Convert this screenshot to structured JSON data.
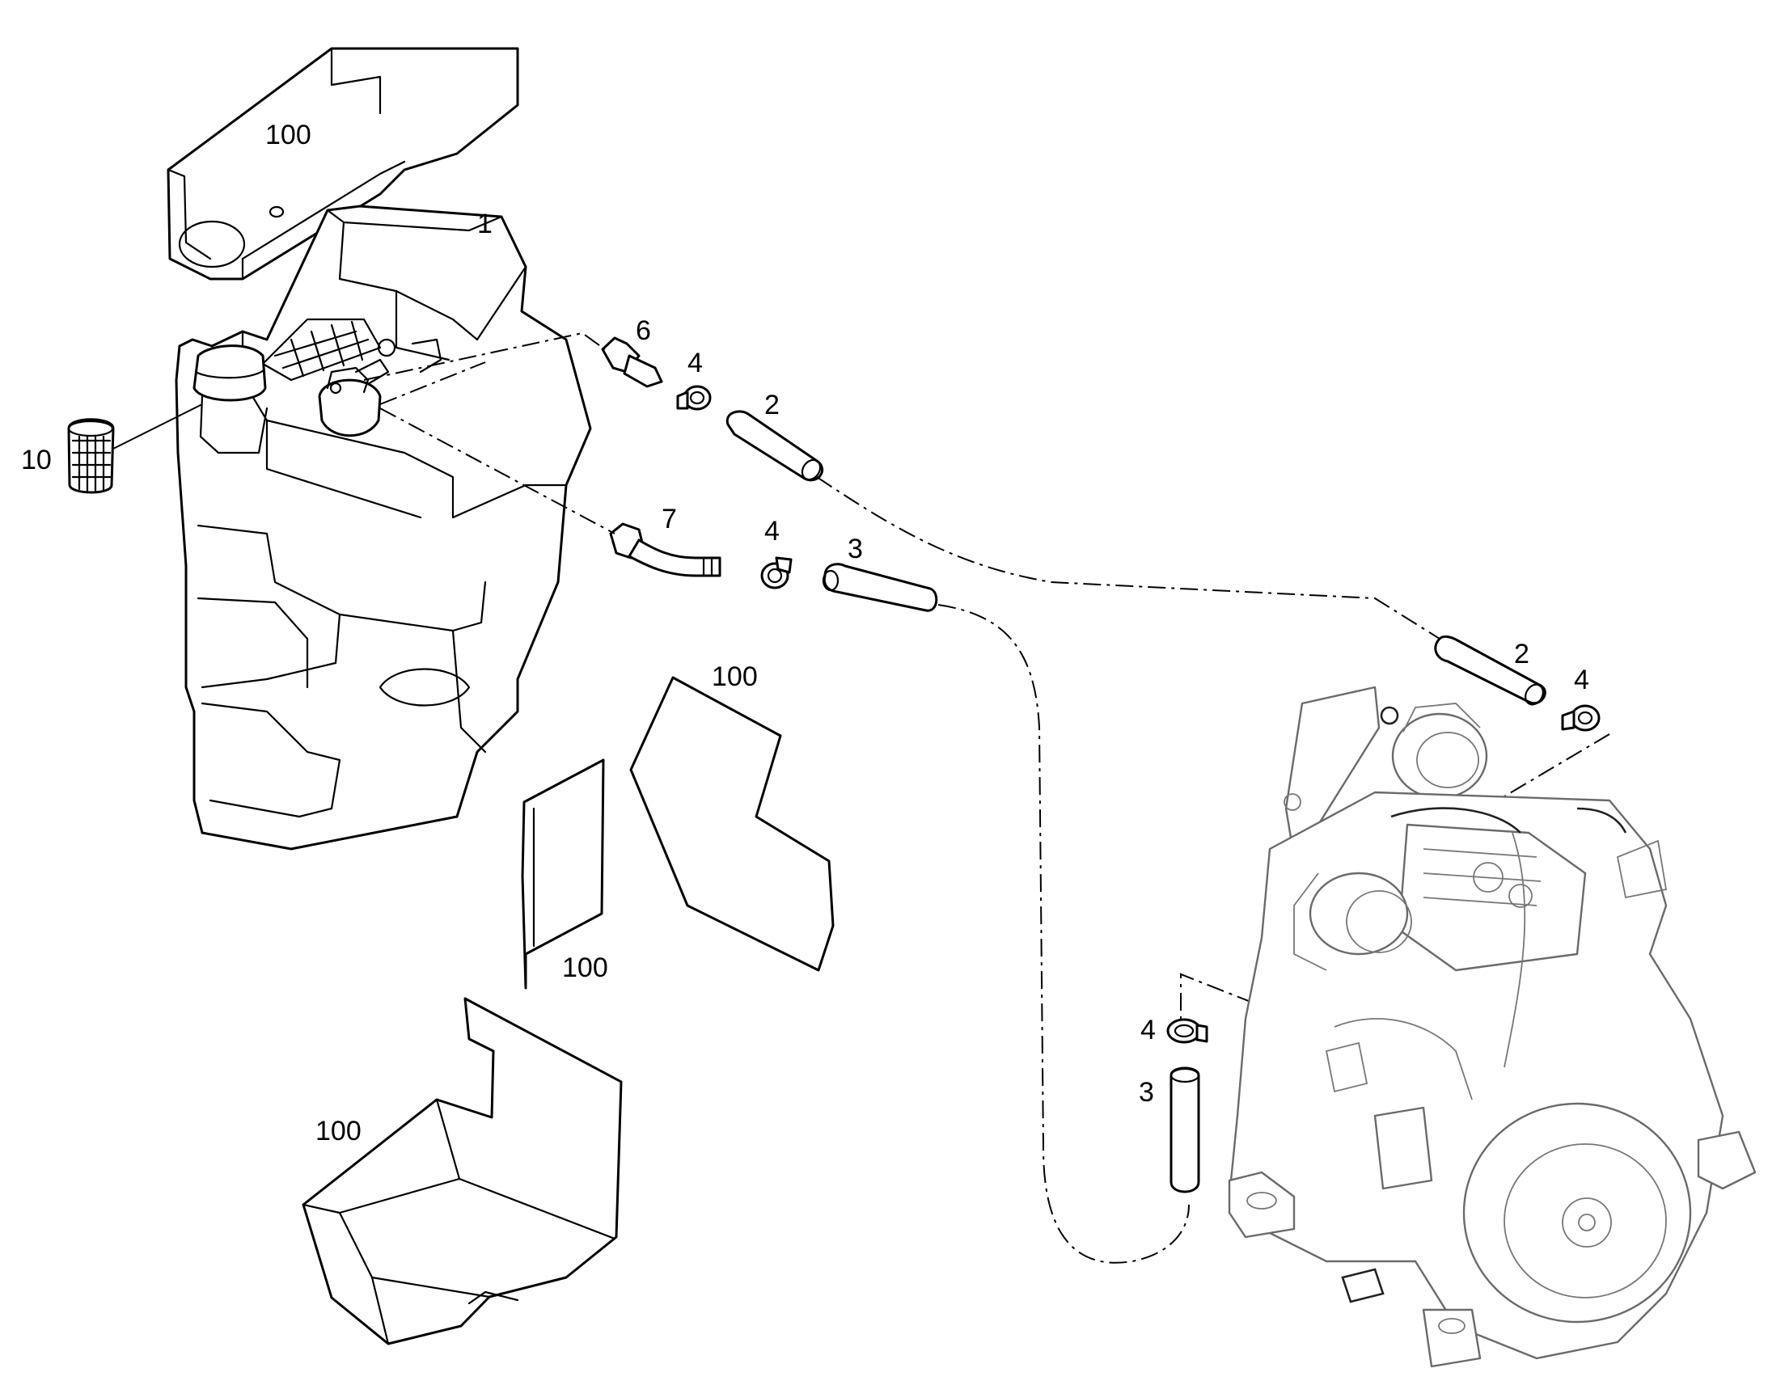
{
  "callouts": {
    "heat_shield_top": "100",
    "tank": "1",
    "filler_strainer": "10",
    "fitting_6": "6",
    "clamp_upper": "4",
    "hose_2_upper": "2",
    "fitting_7": "7",
    "clamp_middle": "4",
    "hose_3_upper": "3",
    "hose_2_lower": "2",
    "clamp_right": "4",
    "heat_shield_mid_right": "100",
    "heat_shield_mid_left": "100",
    "heat_shield_bottom": "100",
    "clamp_lower": "4",
    "hose_3_lower": "3"
  }
}
